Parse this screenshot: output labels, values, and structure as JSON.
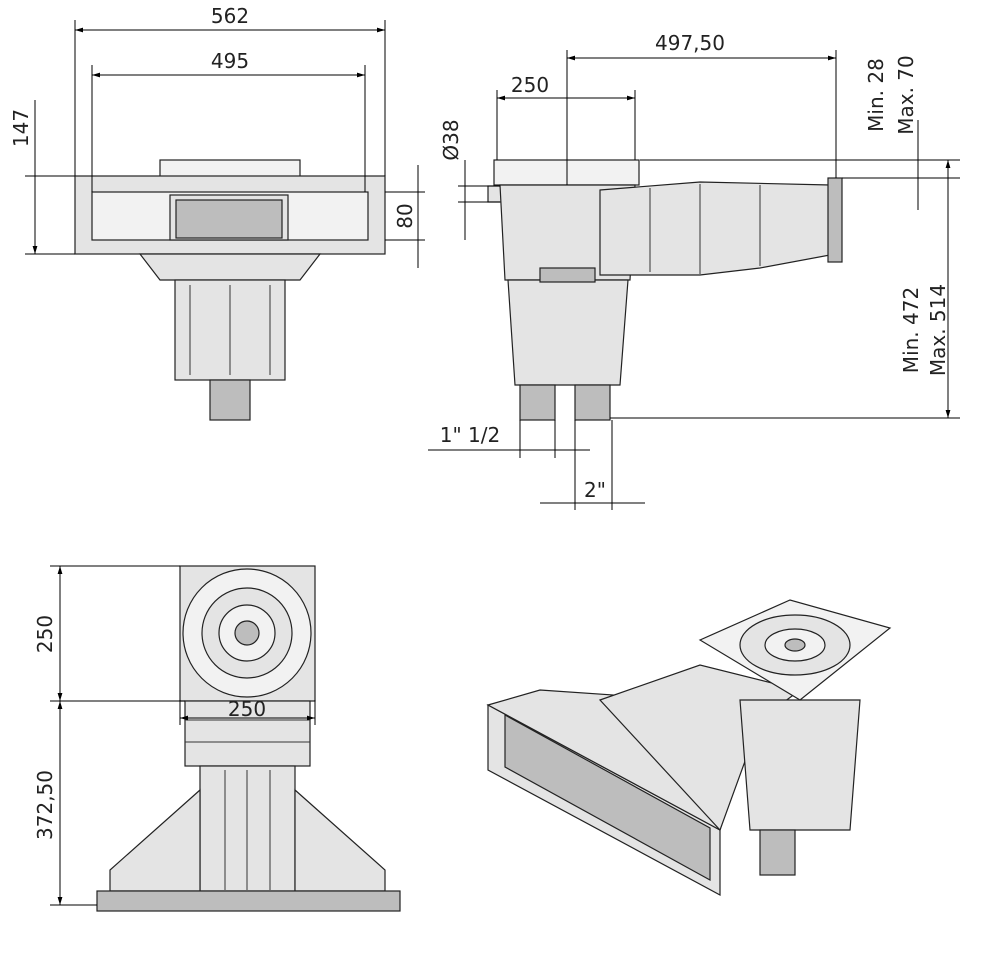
{
  "drawing": {
    "front_view": {
      "width_outer": "562",
      "width_inner": "495",
      "height_total": "147",
      "height_mouth": "80"
    },
    "side_view": {
      "length": "497,50",
      "body_diameter": "250",
      "pipe_diameter": "Ø38",
      "min_offset": "Min. 28",
      "max_offset": "Max. 70",
      "min_height": "Min. 472",
      "max_height": "Max. 514",
      "outlet_small": "1\" 1/2",
      "outlet_large": "2\""
    },
    "top_view": {
      "depth": "250",
      "width": "250",
      "extension": "372,50"
    }
  }
}
